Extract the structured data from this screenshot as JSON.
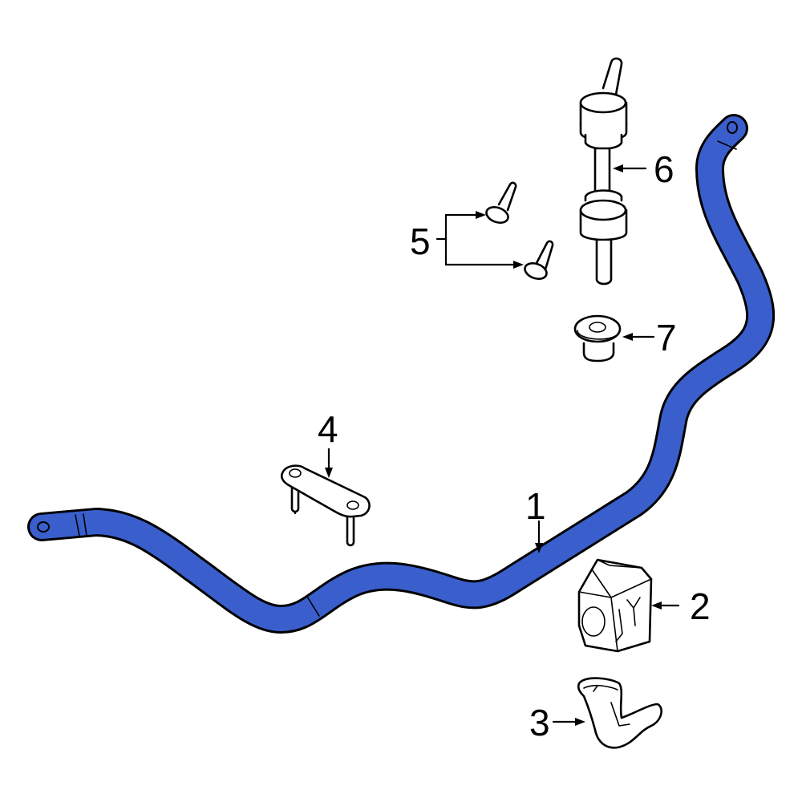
{
  "diagram": {
    "callouts": [
      {
        "id": "1",
        "label": "1"
      },
      {
        "id": "2",
        "label": "2"
      },
      {
        "id": "3",
        "label": "3"
      },
      {
        "id": "4",
        "label": "4"
      },
      {
        "id": "5",
        "label": "5"
      },
      {
        "id": "6",
        "label": "6"
      },
      {
        "id": "7",
        "label": "7"
      }
    ],
    "colors": {
      "highlight": "#3a5fcd",
      "outline": "#000000",
      "background": "#ffffff"
    }
  }
}
